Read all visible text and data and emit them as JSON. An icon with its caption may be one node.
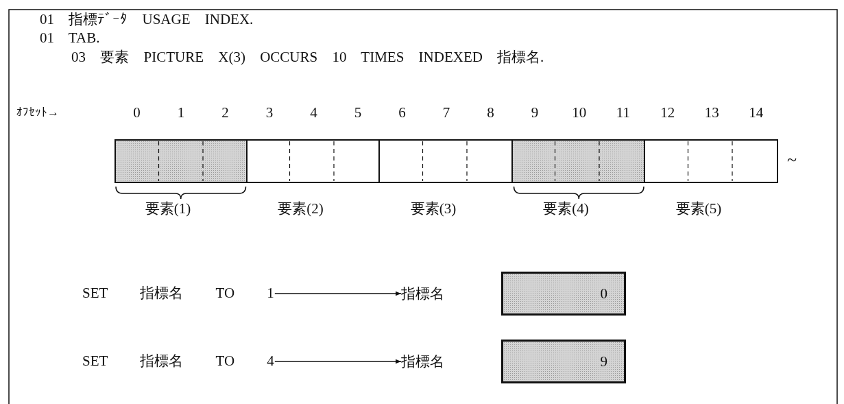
{
  "diagram": {
    "nodes": [
      {
        "text": [],
        "shape": "box",
        "beside": [
          "要素(1)"
        ]
      },
      {
        "text": [],
        "shape": "box",
        "beside": [
          "要素(2)"
        ]
      },
      {
        "text": [],
        "shape": "box",
        "beside": [
          "要素(3)"
        ]
      },
      {
        "text": [],
        "shape": "box",
        "beside": [
          "要素(4)"
        ]
      },
      {
        "text": [],
        "shape": "box",
        "beside": [
          "要素(5)"
        ]
      },
      {
        "text": [
          "SET 指標名 TO 1"
        ]
      },
      {
        "text": [
          "指標名",
          "0"
        ]
      },
      {
        "text": [
          "SET 指標名 TO 4"
        ]
      },
      {
        "text": [
          "指標名",
          "9"
        ]
      }
    ],
    "edges": [
      {
        "from": 5,
        "to": 6,
        "arrow": "to"
      },
      {
        "from": 7,
        "to": 8,
        "arrow": "to"
      }
    ],
    "labels": [
      "01 指標ﾃﾞｰﾀ USAGE INDEX.",
      "01 TAB.",
      "03 要素 PICTURE X(3) OCCURS 10 TIMES INDEXED 指標名.",
      "ｵﾌｾｯﾄ→",
      "0",
      "1",
      "2",
      "3",
      "4",
      "5",
      "6",
      "7",
      "8",
      "9",
      "10",
      "11",
      "12",
      "13",
      "14",
      "~"
    ]
  }
}
